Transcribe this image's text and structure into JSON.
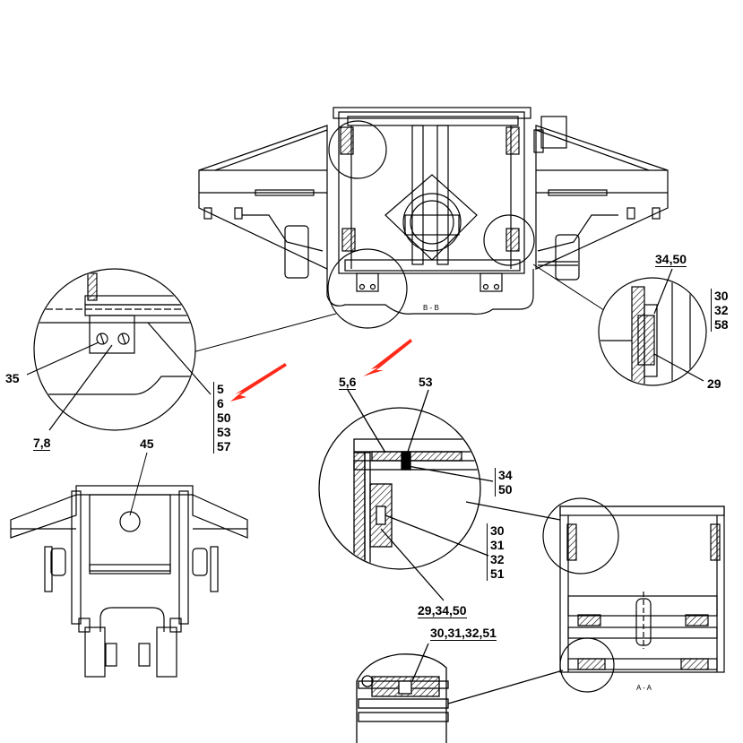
{
  "views": {
    "section_bb": "B - B",
    "section_aa": "A - A"
  },
  "callouts": {
    "c35": "35",
    "c7_8": "7,8",
    "c45": "45",
    "c34_50_top": "34,50",
    "c29": "29",
    "c5_6_center": "5,6",
    "c53_center": "53",
    "c29_34_50": "29,34,50",
    "c30_31_32_51": "30,31,32,51"
  },
  "stacks": {
    "left_detail": [
      "5",
      "6",
      "50",
      "53",
      "57"
    ],
    "right_detail": [
      "30",
      "32",
      "58"
    ],
    "center_upper": [
      "34",
      "50"
    ],
    "center_lower": [
      "30",
      "31",
      "32",
      "51"
    ]
  },
  "annotation_colors": {
    "arrow": "#ff2a1a",
    "line": "#000000"
  }
}
